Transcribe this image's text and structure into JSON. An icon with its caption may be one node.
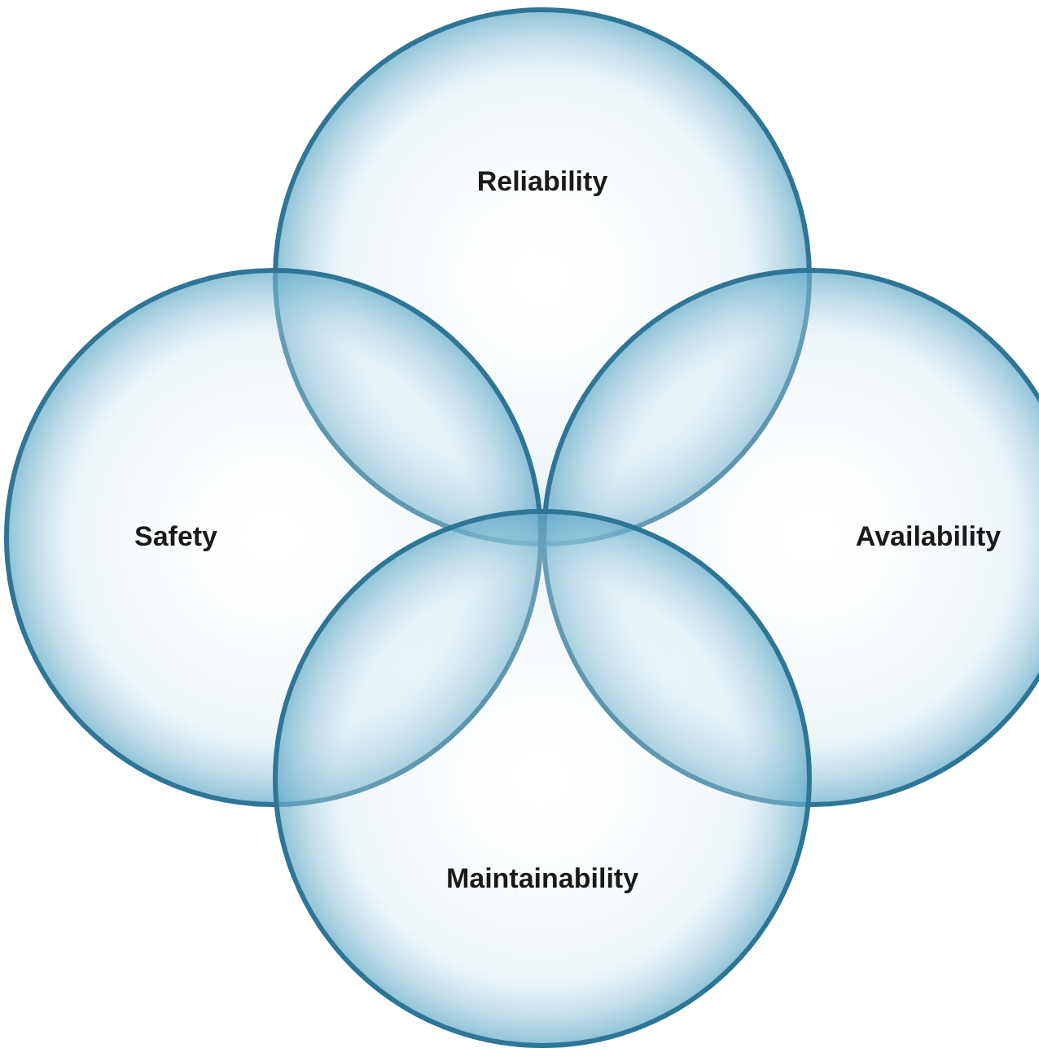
{
  "diagram": {
    "nodes": [
      {
        "text": [
          "Reliability"
        ]
      },
      {
        "text": [
          "Safety"
        ]
      },
      {
        "text": [
          "Availability"
        ]
      },
      {
        "text": [
          "Maintainability"
        ]
      }
    ]
  }
}
